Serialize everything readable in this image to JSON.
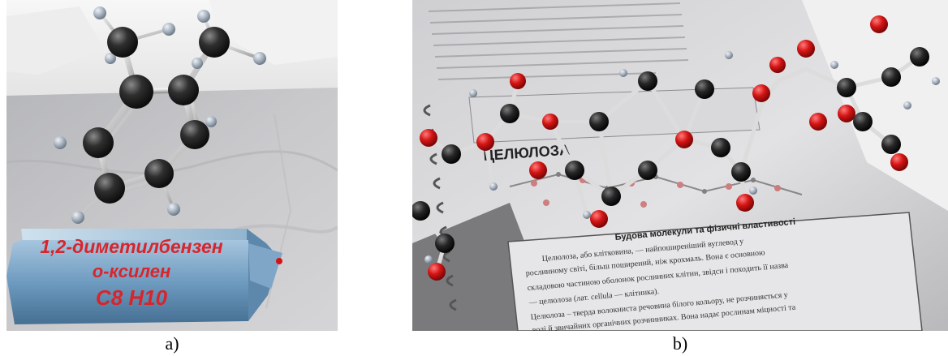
{
  "panel_a": {
    "caption": "a)",
    "label_lines": [
      "1,2-диметилбензен",
      "о-ксилен",
      "C8 H10"
    ]
  },
  "panel_b": {
    "caption": "b)",
    "book_heading": "ЦЕЛЮЛОЗА",
    "book_subheading": "Будова молекули та фізичні властивості",
    "book_snippets": [
      "Целюлоза, або клітковина, — найпоширеніший вуглевод у",
      "рослинному світі, більш поширений, ніж крохмаль. Вона є основною",
      "складовою частиною оболонок рослинних клітин, звідси і походить її назва",
      "— целюлоза (лат. cellula — клітинка).",
      "Целюлоза – тверда волокниста речовина білого кольору, не розчиняється у",
      "воді й звичайних органічних розчинниках. Вона надає рослинам міцності та"
    ]
  },
  "colors": {
    "atom_carbon": "#2b2b2b",
    "atom_hydrogen": "#a9b3c0",
    "atom_oxygen": "#d41414",
    "label_text": "#d8242b",
    "label_block": "#6e9bc0"
  }
}
